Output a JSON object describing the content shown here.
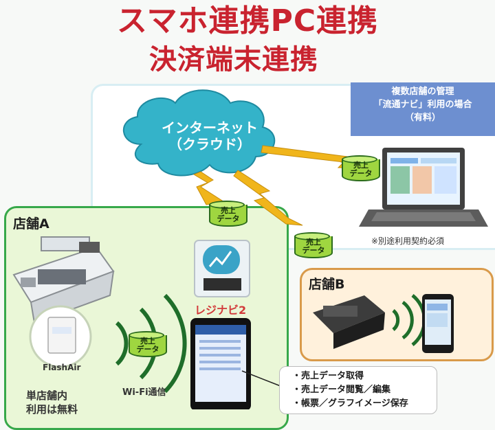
{
  "title": {
    "line1": "スマホ連携PC連携",
    "line2": "決済端末連携"
  },
  "cloud": {
    "line1": "インターネット",
    "line2": "（クラウド）"
  },
  "multi_store": {
    "line1": "複数店舗の管理",
    "line2": "「流通ナビ」利用の場合",
    "line3": "（有料）"
  },
  "pc_note": "※別途利用契約必須",
  "store_a": {
    "label": "店舗A"
  },
  "store_b": {
    "label": "店舗B"
  },
  "data_label": {
    "top": "売上",
    "bottom": "データ"
  },
  "flashair": {
    "label": "FlashAir"
  },
  "regi_navi": {
    "label": "レジナビ2"
  },
  "wifi": {
    "label": "Wi-Fi通信"
  },
  "single_store": {
    "line1": "単店舗内",
    "line2": "利用は無料"
  },
  "features": {
    "item1": "・売上データ取得",
    "item2": "・売上データ閲覧／編集",
    "item3": "・帳票／グラフイメージ保存"
  },
  "colors": {
    "title": "#c9232f",
    "cloud": "#34b3c9",
    "store_a_border": "#37a84a",
    "store_b_border": "#d99a4a",
    "data_cylinder": "#9fd640",
    "multi_box": "#6d8fd0",
    "lightning": "#f0b51b"
  }
}
